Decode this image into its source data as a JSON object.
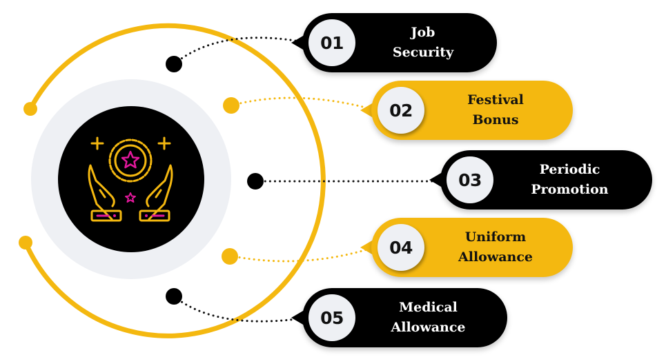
{
  "items": [
    {
      "number": "01",
      "label": "Job\nSecurity",
      "theme": "dark"
    },
    {
      "number": "02",
      "label": "Festival\nBonus",
      "theme": "yellow"
    },
    {
      "number": "03",
      "label": "Periodic\nPromotion",
      "theme": "dark"
    },
    {
      "number": "04",
      "label": "Uniform\nAllowance",
      "theme": "yellow"
    },
    {
      "number": "05",
      "label": "Medical\nAllowance",
      "theme": "dark"
    }
  ],
  "center_icon": "hands-holding-star-badge-icon",
  "colors": {
    "dark": "#000000",
    "accent_yellow": "#f4b810",
    "badge_bg": "#eef0f4",
    "ring_gray": "#eef0f4",
    "icon_magenta": "#e4189c"
  }
}
